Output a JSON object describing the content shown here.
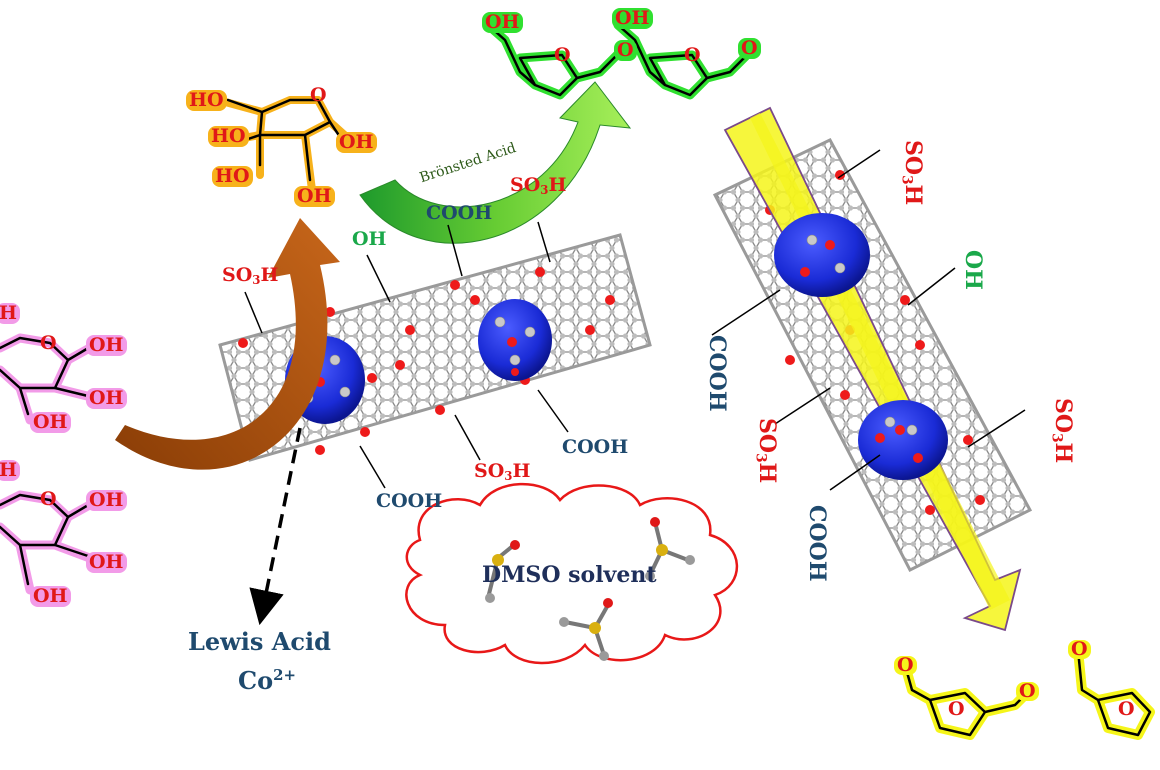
{
  "labels": {
    "so3h": "SO",
    "so3h_sub": "3",
    "so3h_h": "H",
    "cooh": "COOH",
    "oh": "OH",
    "bronsted": "Brönsted Acid",
    "lewis_line1": "Lewis Acid",
    "lewis_line2": "Co",
    "lewis_sup": "2+",
    "dmso": "DMSO solvent"
  },
  "molecule_labels": {
    "ho": "HO",
    "oh": "OH",
    "o": "O",
    "h": "H"
  },
  "colors": {
    "acid_red": "#e01818",
    "cooh_navy": "#1f4a6e",
    "oh_green": "#1aa84a",
    "cobalt_blue": "#1a2bd6",
    "carbon_gray": "#b5b5b5",
    "fructose_orange": "#f7b21b",
    "glucose_pink": "#f29be8",
    "hmf_green": "#30e030",
    "dff_yellow": "#f5f51a",
    "arrow_brown": "#b35a10",
    "cloud_red": "#e81818"
  }
}
